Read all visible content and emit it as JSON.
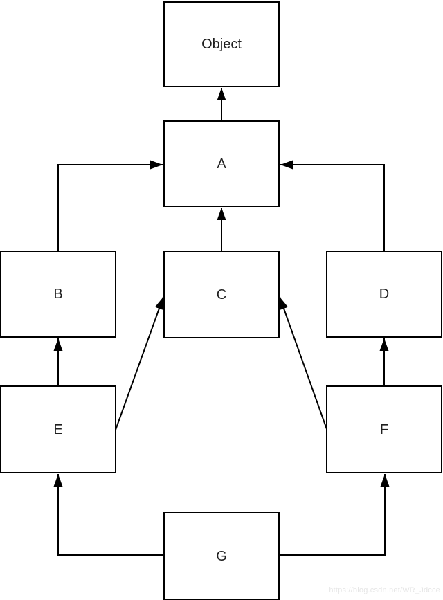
{
  "page": {
    "background": "#ffffff"
  },
  "diagram": {
    "type": "inheritance-hierarchy",
    "nodes": {
      "object": {
        "label": "Object"
      },
      "a": {
        "label": "A"
      },
      "b": {
        "label": "B"
      },
      "c": {
        "label": "C"
      },
      "d": {
        "label": "D"
      },
      "e": {
        "label": "E"
      },
      "f": {
        "label": "F"
      },
      "g": {
        "label": "G"
      }
    },
    "edges": [
      {
        "from": "A",
        "to": "Object"
      },
      {
        "from": "B",
        "to": "A"
      },
      {
        "from": "C",
        "to": "A"
      },
      {
        "from": "D",
        "to": "A"
      },
      {
        "from": "E",
        "to": "B"
      },
      {
        "from": "E",
        "to": "C"
      },
      {
        "from": "F",
        "to": "C"
      },
      {
        "from": "F",
        "to": "D"
      },
      {
        "from": "G",
        "to": "E"
      },
      {
        "from": "G",
        "to": "F"
      }
    ],
    "colors": {
      "stroke": "#000000",
      "fill": "#ffffff",
      "text": "#1f1f1f"
    }
  },
  "watermark": {
    "text": "https://blog.csdn.net/WR_Jdcce",
    "color": "#e6e6e6"
  }
}
